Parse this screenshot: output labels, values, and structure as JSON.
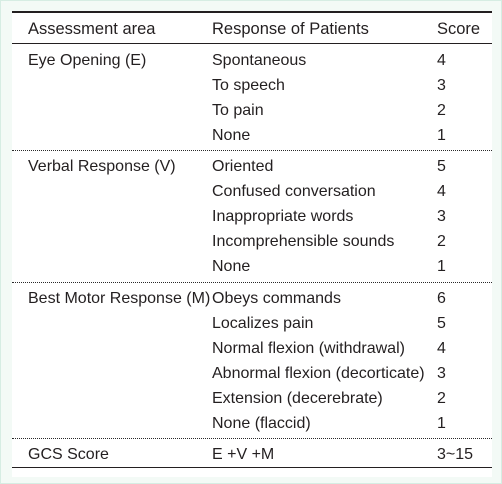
{
  "header": {
    "area": "Assessment area",
    "response": "Response of Patients",
    "score": "Score"
  },
  "sections": [
    {
      "area": "Eye Opening (E)",
      "rows": [
        {
          "response": "Spontaneous",
          "score": "4"
        },
        {
          "response": "To speech",
          "score": "3"
        },
        {
          "response": "To pain",
          "score": "2"
        },
        {
          "response": "None",
          "score": "1"
        }
      ]
    },
    {
      "area": "Verbal Response (V)",
      "rows": [
        {
          "response": "Oriented",
          "score": "5"
        },
        {
          "response": "Confused conversation",
          "score": "4"
        },
        {
          "response": "Inappropriate words",
          "score": "3"
        },
        {
          "response": "Incomprehensible sounds",
          "score": "2"
        },
        {
          "response": "None",
          "score": "1"
        }
      ]
    },
    {
      "area": "Best Motor Response (M)",
      "rows": [
        {
          "response": "Obeys commands",
          "score": "6"
        },
        {
          "response": "Localizes pain",
          "score": "5"
        },
        {
          "response": "Normal flexion (withdrawal)",
          "score": "4"
        },
        {
          "response": "Abnormal flexion (decorticate)",
          "score": "3"
        },
        {
          "response": "Extension (decerebrate)",
          "score": "2"
        },
        {
          "response": "None (flaccid)",
          "score": "1"
        }
      ]
    }
  ],
  "total": {
    "area": "GCS Score",
    "response": "E +V +M",
    "score": "3~15"
  }
}
